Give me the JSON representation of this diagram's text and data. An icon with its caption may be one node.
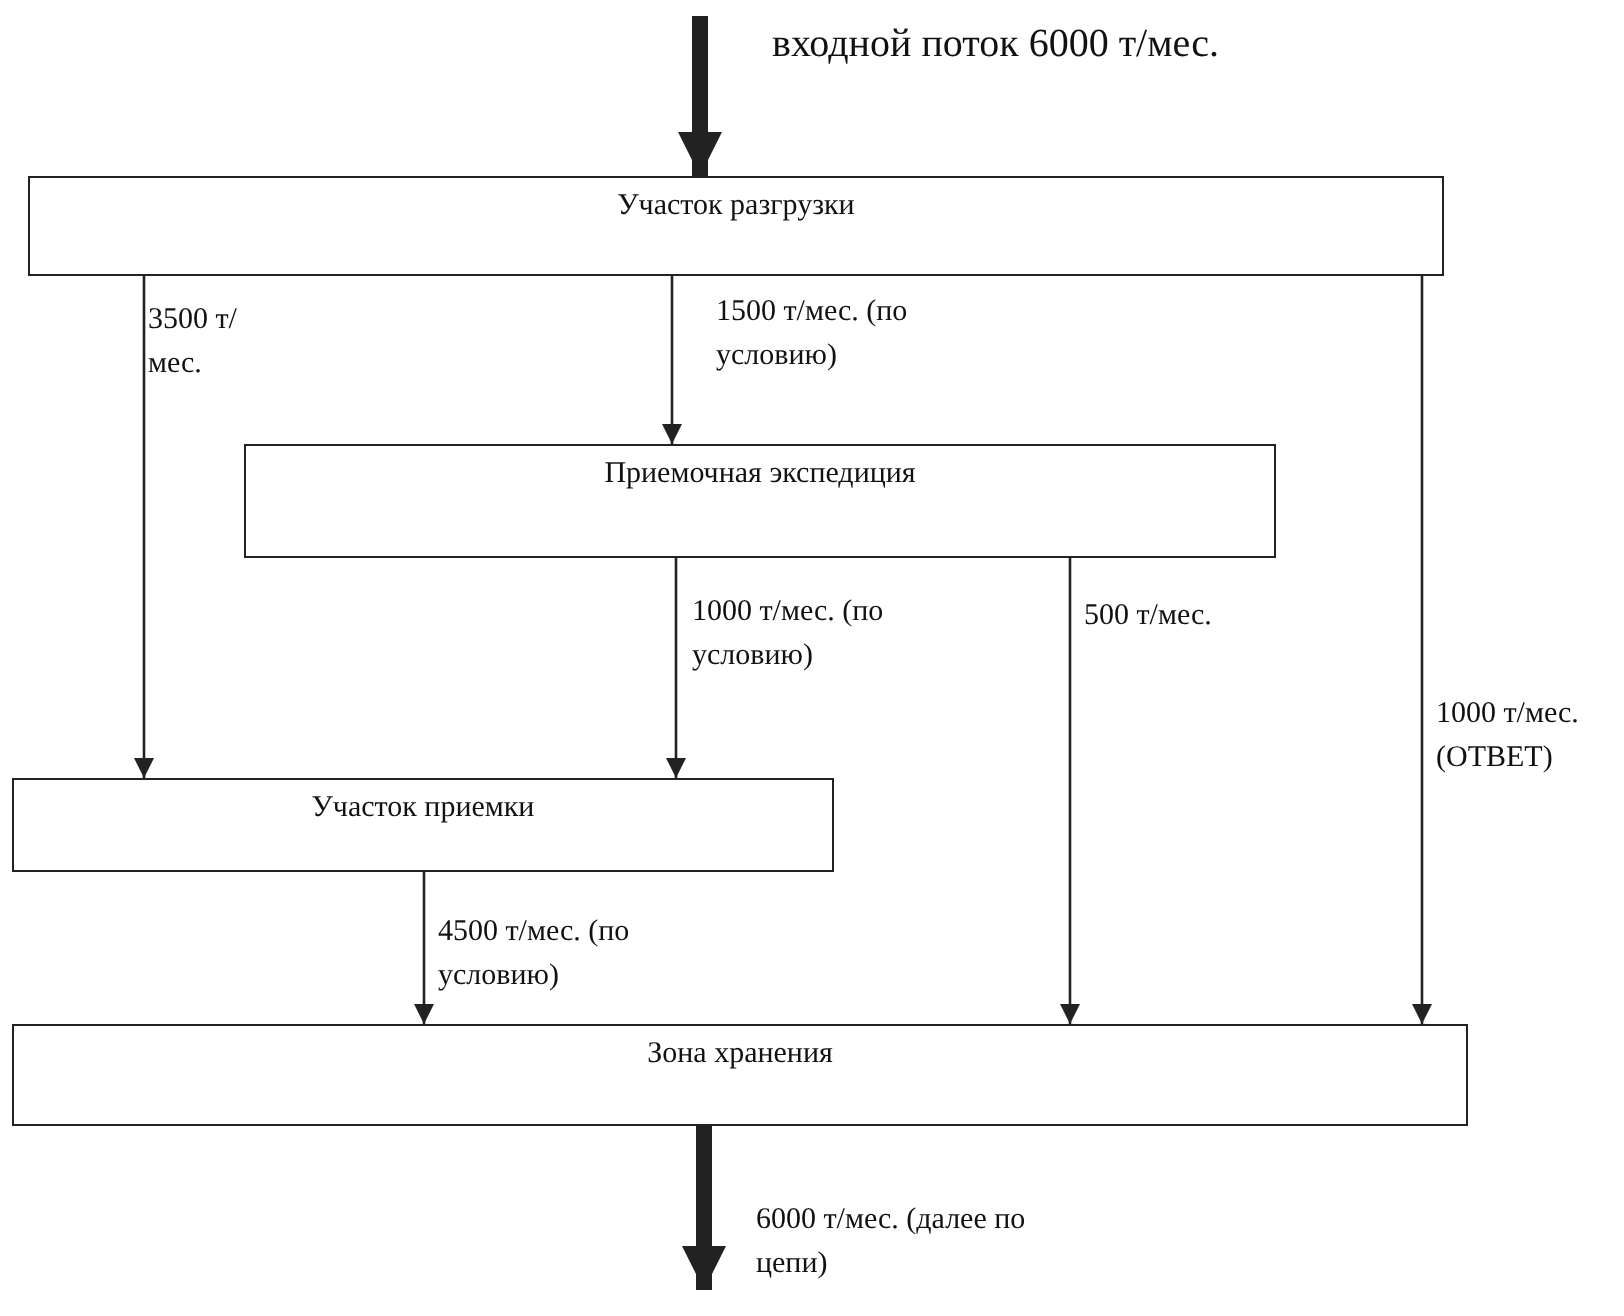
{
  "diagram": {
    "nodes": [
      {
        "text": [
          "Участок разгрузки"
        ]
      },
      {
        "text": [
          "Приемочная экспедиция"
        ]
      },
      {
        "text": [
          "Участок приемки"
        ]
      },
      {
        "text": [
          "Зона хранения"
        ]
      }
    ],
    "edges": [
      {
        "from": null,
        "to": 0,
        "arrow": "to",
        "label": "входной поток 6000 т/мес.",
        "style": "thick"
      },
      {
        "from": 0,
        "to": 2,
        "arrow": "to",
        "label": "3500 т/мес."
      },
      {
        "from": 0,
        "to": 1,
        "arrow": "to",
        "label": "1500 т/мес. (по условию)"
      },
      {
        "from": 1,
        "to": 2,
        "arrow": "to",
        "label": "1000 т/мес. (по условию)"
      },
      {
        "from": 1,
        "to": 3,
        "arrow": "to",
        "label": "500 т/мес."
      },
      {
        "from": 0,
        "to": 3,
        "arrow": "to",
        "label": "1000 т/мес. (ОТВЕТ)"
      },
      {
        "from": 2,
        "to": 3,
        "arrow": "to",
        "label": "4500 т/мес. (по условию)"
      },
      {
        "from": 3,
        "to": null,
        "arrow": "to",
        "label": "6000 т/мес. (далее по цепи)",
        "style": "thick"
      }
    ]
  }
}
